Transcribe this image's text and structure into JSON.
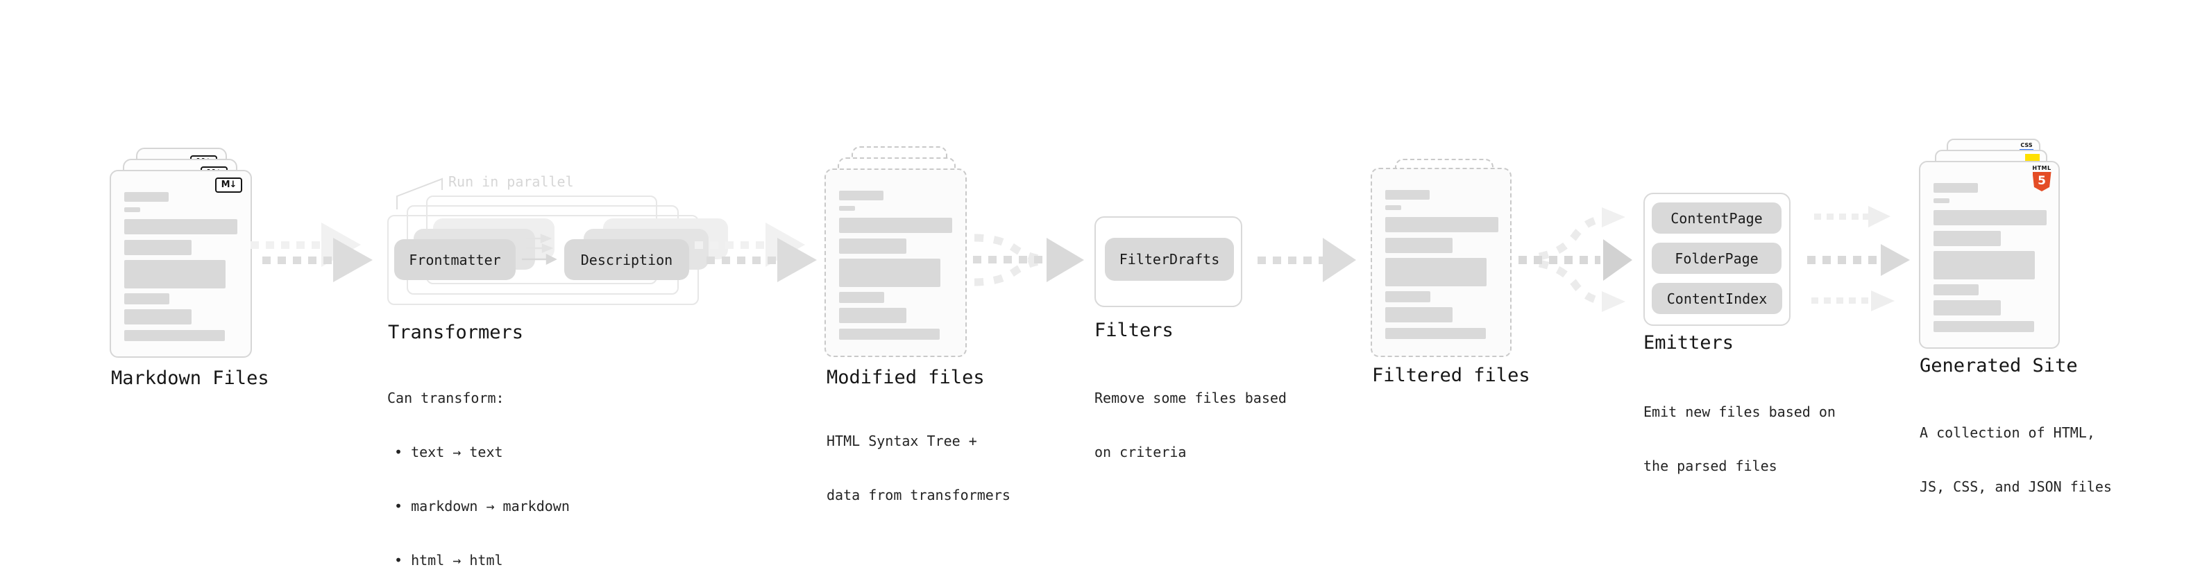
{
  "note_run_in_parallel": "Run in parallel",
  "stages": {
    "markdown": {
      "label": "Markdown Files",
      "badge": "M↓"
    },
    "transformers": {
      "label": "Transformers",
      "chips": [
        "Frontmatter",
        "Description"
      ],
      "desc_lines": [
        "Can transform:",
        "• text → text",
        "• markdown → markdown",
        "• html → html"
      ]
    },
    "modified": {
      "label": "Modified files",
      "desc_lines": [
        "HTML Syntax Tree +",
        "data from transformers"
      ]
    },
    "filters": {
      "label": "Filters",
      "chips": [
        "FilterDrafts"
      ],
      "desc_lines": [
        "Remove some files based",
        "on criteria"
      ]
    },
    "filtered": {
      "label": "Filtered files"
    },
    "emitters": {
      "label": "Emitters",
      "chips": [
        "ContentPage",
        "FolderPage",
        "ContentIndex"
      ],
      "desc_lines": [
        "Emit new files based on",
        "the parsed files"
      ]
    },
    "generated": {
      "label": "Generated Site",
      "desc_lines": [
        "A collection of HTML,",
        "JS, CSS, and JSON files"
      ],
      "badges": {
        "html_text": "HTML",
        "html_num": "5",
        "css": "CSS"
      }
    }
  },
  "colors": {
    "html5_orange": "#e44d26",
    "js_yellow": "#ffe000",
    "css_blue": "#2b6cf0",
    "skeleton_gray": "#d9d9d9",
    "chip_gray": "#d9d9d9"
  }
}
